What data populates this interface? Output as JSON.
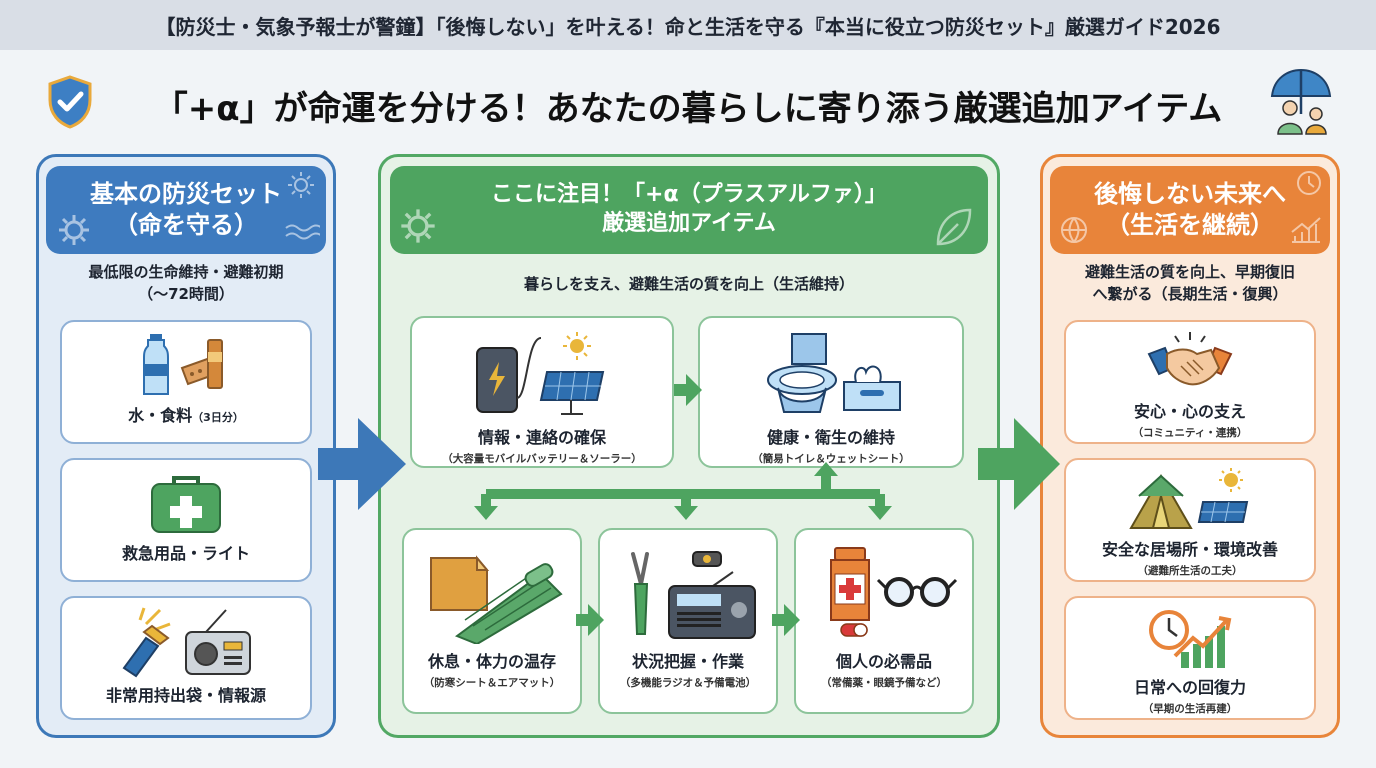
{
  "banner": "【防災士・気象予報士が警鐘】「後悔しない」を叶える！命と生活を守る『本当に役立つ防災セット』厳選ガイド2026",
  "headline": "「+α」が命運を分ける！あなたの暮らしに寄り添う厳選追加アイテム",
  "colors": {
    "blue": "#3e7bbf",
    "green": "#4ea460",
    "orange": "#e8843a"
  },
  "left": {
    "title1": "基本の防災セット",
    "title2": "（命を守る）",
    "sub1": "最低限の生命維持・避難初期",
    "sub2": "（〜72時間）",
    "cards": [
      {
        "title": "水・食料",
        "note": "（3日分）",
        "icon": "water-food-icon"
      },
      {
        "title": "救急用品・ライト",
        "icon": "first-aid-kit-icon"
      },
      {
        "title": "非常用持出袋・情報源",
        "icon": "flashlight-radio-icon"
      }
    ]
  },
  "center": {
    "title1": "ここに注目！「+α（プラスアルファ）」",
    "title2": "厳選追加アイテム",
    "sub": "暮らしを支え、避難生活の質を向上（生活維持）",
    "cards": [
      {
        "title": "情報・連絡の確保",
        "note": "（大容量モバイルバッテリー＆ソーラー）",
        "icon": "battery-solar-icon"
      },
      {
        "title": "健康・衛生の維持",
        "note": "（簡易トイレ＆ウェットシート）",
        "icon": "toilet-wipes-icon"
      },
      {
        "title": "休息・体力の温存",
        "note": "（防寒シート＆エアマット）",
        "icon": "blanket-mat-icon"
      },
      {
        "title": "状況把握・作業",
        "note": "（多機能ラジオ＆予備電池）",
        "icon": "tool-radio-icon"
      },
      {
        "title": "個人の必需品",
        "note": "（常備薬・眼鏡予備など）",
        "icon": "medicine-glasses-icon"
      }
    ]
  },
  "right": {
    "title1": "後悔しない未来へ",
    "title2": "（生活を継続）",
    "sub1": "避難生活の質を向上、早期復旧",
    "sub2": "へ繋がる（長期生活・復興）",
    "cards": [
      {
        "title": "安心・心の支え",
        "note": "（コミュニティ・連携）",
        "icon": "handshake-icon"
      },
      {
        "title": "安全な居場所・環境改善",
        "note": "（避難所生活の工夫）",
        "icon": "tent-solar-icon"
      },
      {
        "title": "日常への回復力",
        "note": "（早期の生活再建）",
        "icon": "clock-growth-icon"
      }
    ]
  }
}
